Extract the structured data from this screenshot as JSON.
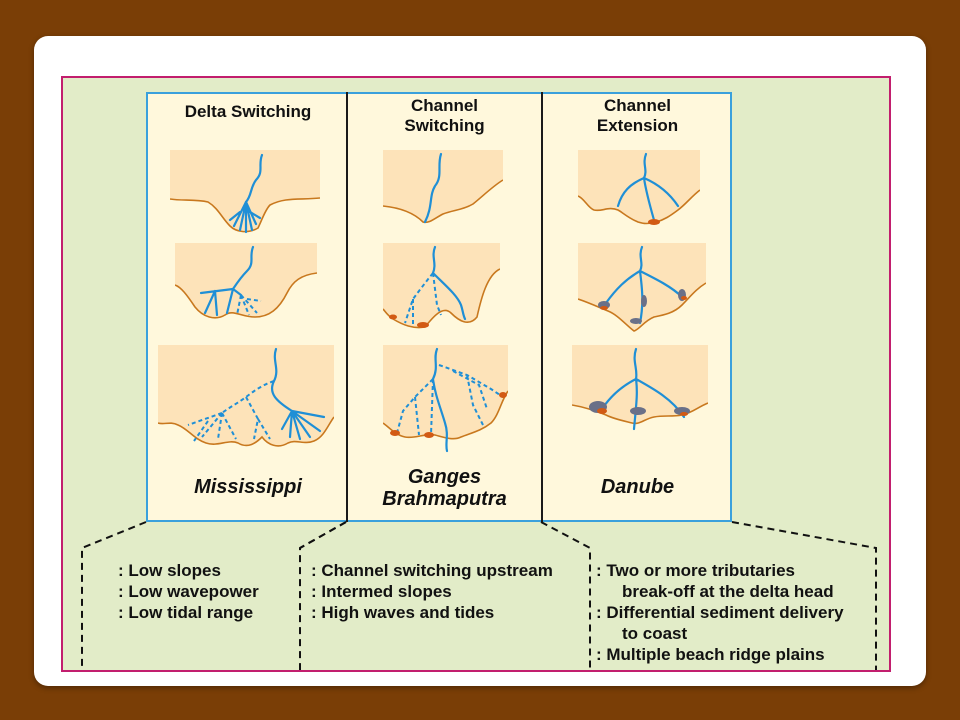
{
  "columns": [
    {
      "title_line1": "Delta Switching",
      "title_line2": "",
      "example": "Mississippi",
      "example_line2": ""
    },
    {
      "title_line1": "Channel",
      "title_line2": "Switching",
      "example": "Ganges",
      "example_line2": "Brahmaputra"
    },
    {
      "title_line1": "Channel",
      "title_line2": "Extension",
      "example": "Danube",
      "example_line2": ""
    }
  ],
  "characteristics": {
    "delta_switching": [
      ": Low slopes",
      ": Low wavepower",
      ": Low tidal range"
    ],
    "channel_switching": [
      ": Channel switching upstream",
      ": Intermed slopes",
      ": High waves and tides"
    ],
    "channel_extension": [
      ": Two or more tributaries",
      "break-off at the delta head",
      ": Differential sediment delivery",
      "to coast",
      ": Multiple beach ridge plains"
    ]
  },
  "colors": {
    "background": "#7a3e06",
    "frame_border": "#c21e6e",
    "frame_fill": "#e2ecc8",
    "panel_fill": "#fff8dc",
    "panel_border": "#3aa0dc",
    "land": "#fde3b9",
    "coast": "#c8781e",
    "river": "#1f8fd6",
    "sediment": "#d25a14",
    "lobe": "#6a7088"
  }
}
